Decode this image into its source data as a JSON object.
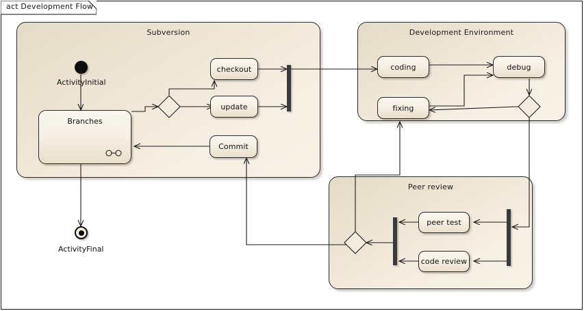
{
  "frame": {
    "label": "act Development Flow"
  },
  "partitions": [
    {
      "id": "subversion",
      "title": "Subversion"
    },
    {
      "id": "development-environment",
      "title": "Development Environment"
    },
    {
      "id": "peer-review",
      "title": "Peer review"
    }
  ],
  "nodes": {
    "activity_initial": {
      "caption": "ActivityInitial"
    },
    "activity_final": {
      "caption": "ActivityFinal"
    },
    "branches": {
      "label": "Branches"
    },
    "checkout": {
      "label": "checkout"
    },
    "update": {
      "label": "update"
    },
    "commit": {
      "label": "Commit"
    },
    "coding": {
      "label": "coding"
    },
    "debug": {
      "label": "debug"
    },
    "fixing": {
      "label": "fixing"
    },
    "peer_test": {
      "label": "peer test"
    },
    "code_review": {
      "label": "code review"
    }
  },
  "control_nodes": {
    "decision_branches": "decision-node",
    "join_subversion": "join-bar",
    "decision_debug": "decision-node",
    "merge_peer_review": "merge-node",
    "join_peer_review": "join-bar",
    "fork_peer_review": "fork-bar"
  },
  "colors": {
    "partition_fill": "#f2e9dc",
    "partition_border": "#2b2b2b",
    "action_fill": "#f7f1e6",
    "action_border": "#2b2b2b",
    "edge": "#1a1a1a",
    "bar": "#3a3a3a",
    "canvas": "#ffffff"
  },
  "edges": [
    {
      "from": "ActivityInitial",
      "to": "Branches"
    },
    {
      "from": "Branches",
      "to": "decision-node"
    },
    {
      "from": "decision-node",
      "to": "checkout"
    },
    {
      "from": "decision-node",
      "to": "update"
    },
    {
      "from": "checkout",
      "to": "join-bar"
    },
    {
      "from": "update",
      "to": "join-bar"
    },
    {
      "from": "join-bar",
      "to": "coding"
    },
    {
      "from": "coding",
      "to": "debug"
    },
    {
      "from": "fixing",
      "to": "debug"
    },
    {
      "from": "debug",
      "to": "decision-node-2"
    },
    {
      "from": "decision-node-2",
      "to": "fixing"
    },
    {
      "from": "decision-node-2",
      "to": "fork-bar"
    },
    {
      "from": "fork-bar",
      "to": "peer test"
    },
    {
      "from": "fork-bar",
      "to": "code review"
    },
    {
      "from": "peer test",
      "to": "join-bar-2"
    },
    {
      "from": "code review",
      "to": "join-bar-2"
    },
    {
      "from": "join-bar-2",
      "to": "merge-node"
    },
    {
      "from": "merge-node",
      "to": "fixing"
    },
    {
      "from": "merge-node",
      "to": "Commit"
    },
    {
      "from": "Commit",
      "to": "Branches"
    },
    {
      "from": "Branches",
      "to": "ActivityFinal"
    }
  ]
}
